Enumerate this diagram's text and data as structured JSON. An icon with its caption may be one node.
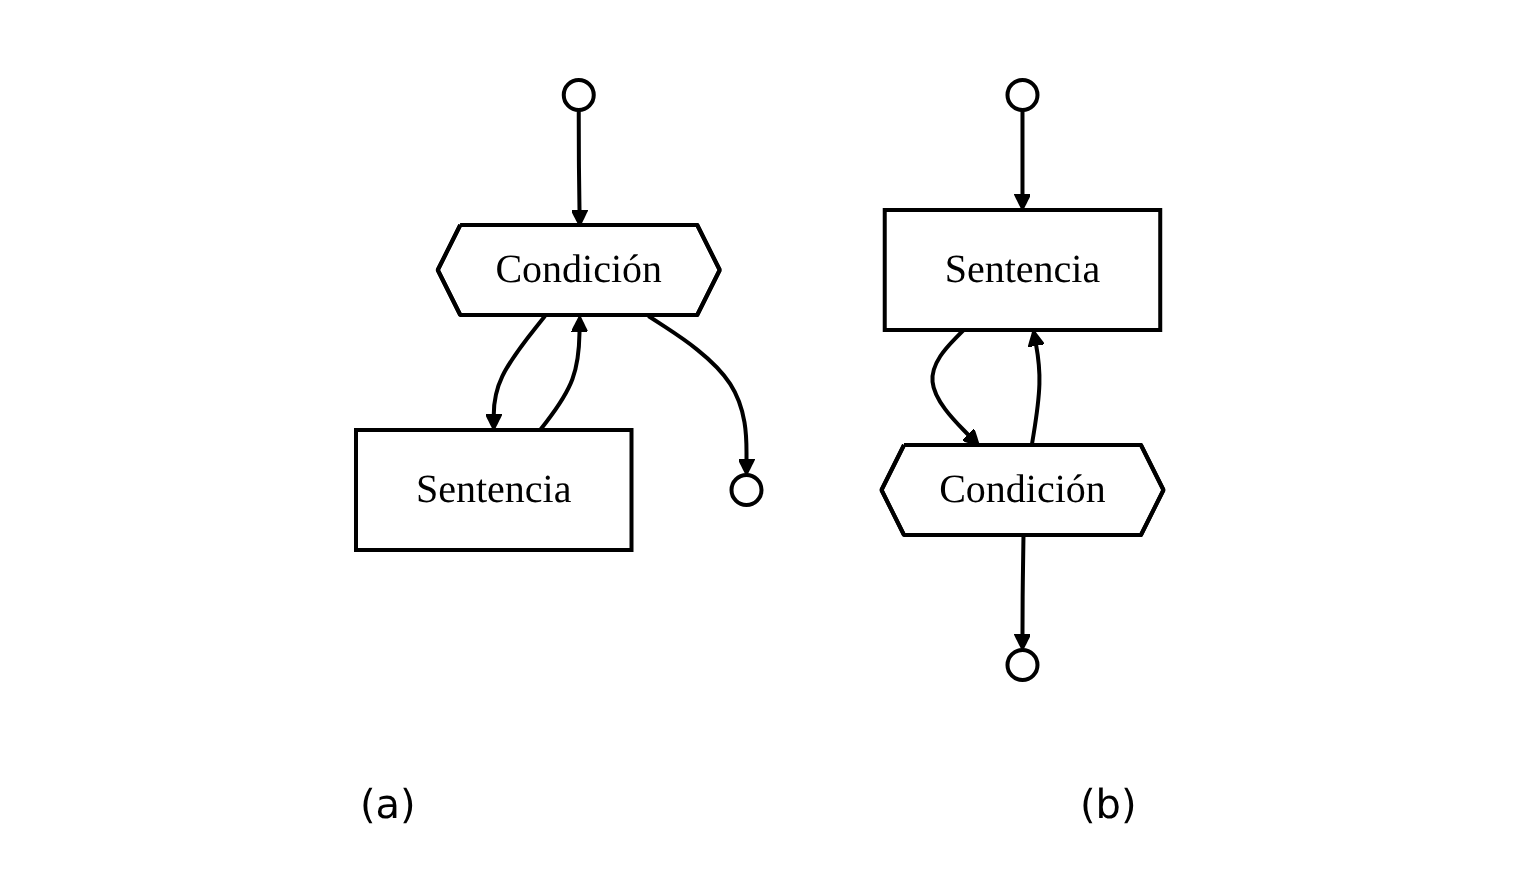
{
  "diagram": {
    "nodes": [
      {
        "text": [],
        "shape": "circle"
      },
      {
        "text": [
          "Sentencia"
        ]
      },
      {
        "text": [
          "Condición"
        ]
      },
      {
        "text": [],
        "shape": "circle"
      },
      {
        "text": [],
        "shape": "circle"
      },
      {
        "text": [
          "Sentencia"
        ]
      },
      {
        "text": [
          "Condición"
        ]
      },
      {
        "text": [],
        "shape": "circle"
      }
    ],
    "edges": [
      {
        "from": 0,
        "to": 2,
        "arrow": "to"
      },
      {
        "from": 1,
        "to": 2,
        "arrow": "to"
      },
      {
        "from": 2,
        "to": 1,
        "arrow": "to"
      },
      {
        "from": 2,
        "to": 3,
        "arrow": "to"
      },
      {
        "from": 4,
        "to": 5,
        "arrow": "to"
      },
      {
        "from": 5,
        "to": 6,
        "arrow": "to"
      },
      {
        "from": 6,
        "to": 5,
        "arrow": "to"
      },
      {
        "from": 6,
        "to": 7,
        "arrow": "to"
      }
    ],
    "labels": [
      "(a)",
      "(b)"
    ]
  }
}
